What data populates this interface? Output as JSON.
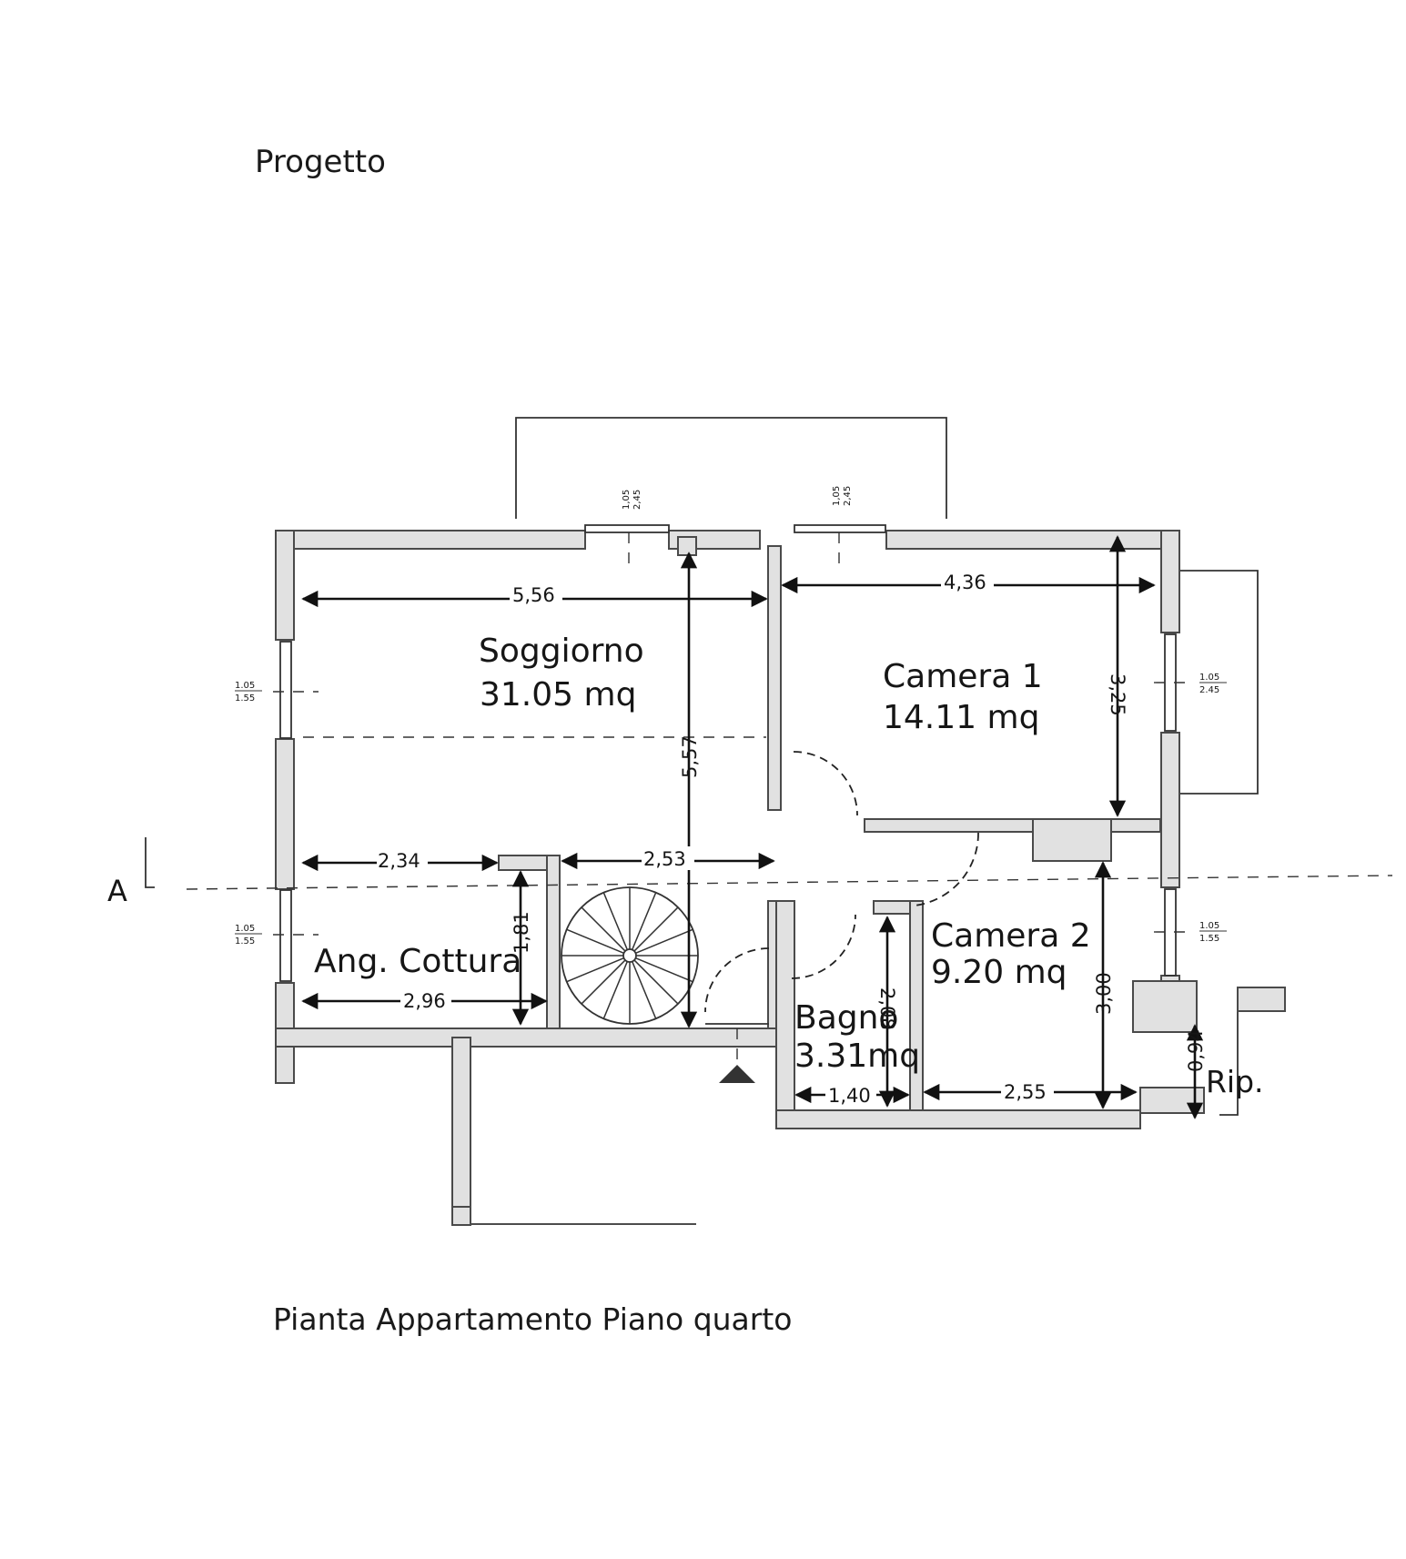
{
  "title": "Progetto",
  "caption": "Pianta Appartamento Piano quarto",
  "section_marker": "A",
  "rooms": {
    "soggiorno": {
      "name": "Soggiorno",
      "area": "31.05 mq"
    },
    "camera1": {
      "name": "Camera 1",
      "area": "14.11 mq"
    },
    "camera2": {
      "name": "Camera 2",
      "area": "9.20 mq"
    },
    "cottura": {
      "name": "Ang. Cottura"
    },
    "bagno": {
      "name": "Bagno",
      "area": "3.31mq"
    },
    "rip": {
      "name": "Rip."
    }
  },
  "dimensions": {
    "soggiorno_width": "5,56",
    "camera1_width": "4,36",
    "camera1_depth": "3,25",
    "soggiorno_depth": "5,57",
    "left_lower": "2,34",
    "right_lower": "2,53",
    "cottura_depth": "1,81",
    "cottura_width": "2,96",
    "bagno_depth": "2,08",
    "bagno_width": "1,40",
    "camera2_width": "2,55",
    "camera2_depth": "3,00",
    "rip_depth": "0,94"
  },
  "windows": {
    "top_left": {
      "a": "1,05",
      "b": "2,45"
    },
    "top_right": {
      "a": "1,05",
      "b": "2,45"
    },
    "left_upper": {
      "a": "1.05",
      "b": "1.55"
    },
    "left_lower": {
      "a": "1.05",
      "b": "1.55"
    },
    "right_upper": {
      "a": "1.05",
      "b": "2.45"
    },
    "right_lower": {
      "a": "1.05",
      "b": "1.55"
    }
  }
}
